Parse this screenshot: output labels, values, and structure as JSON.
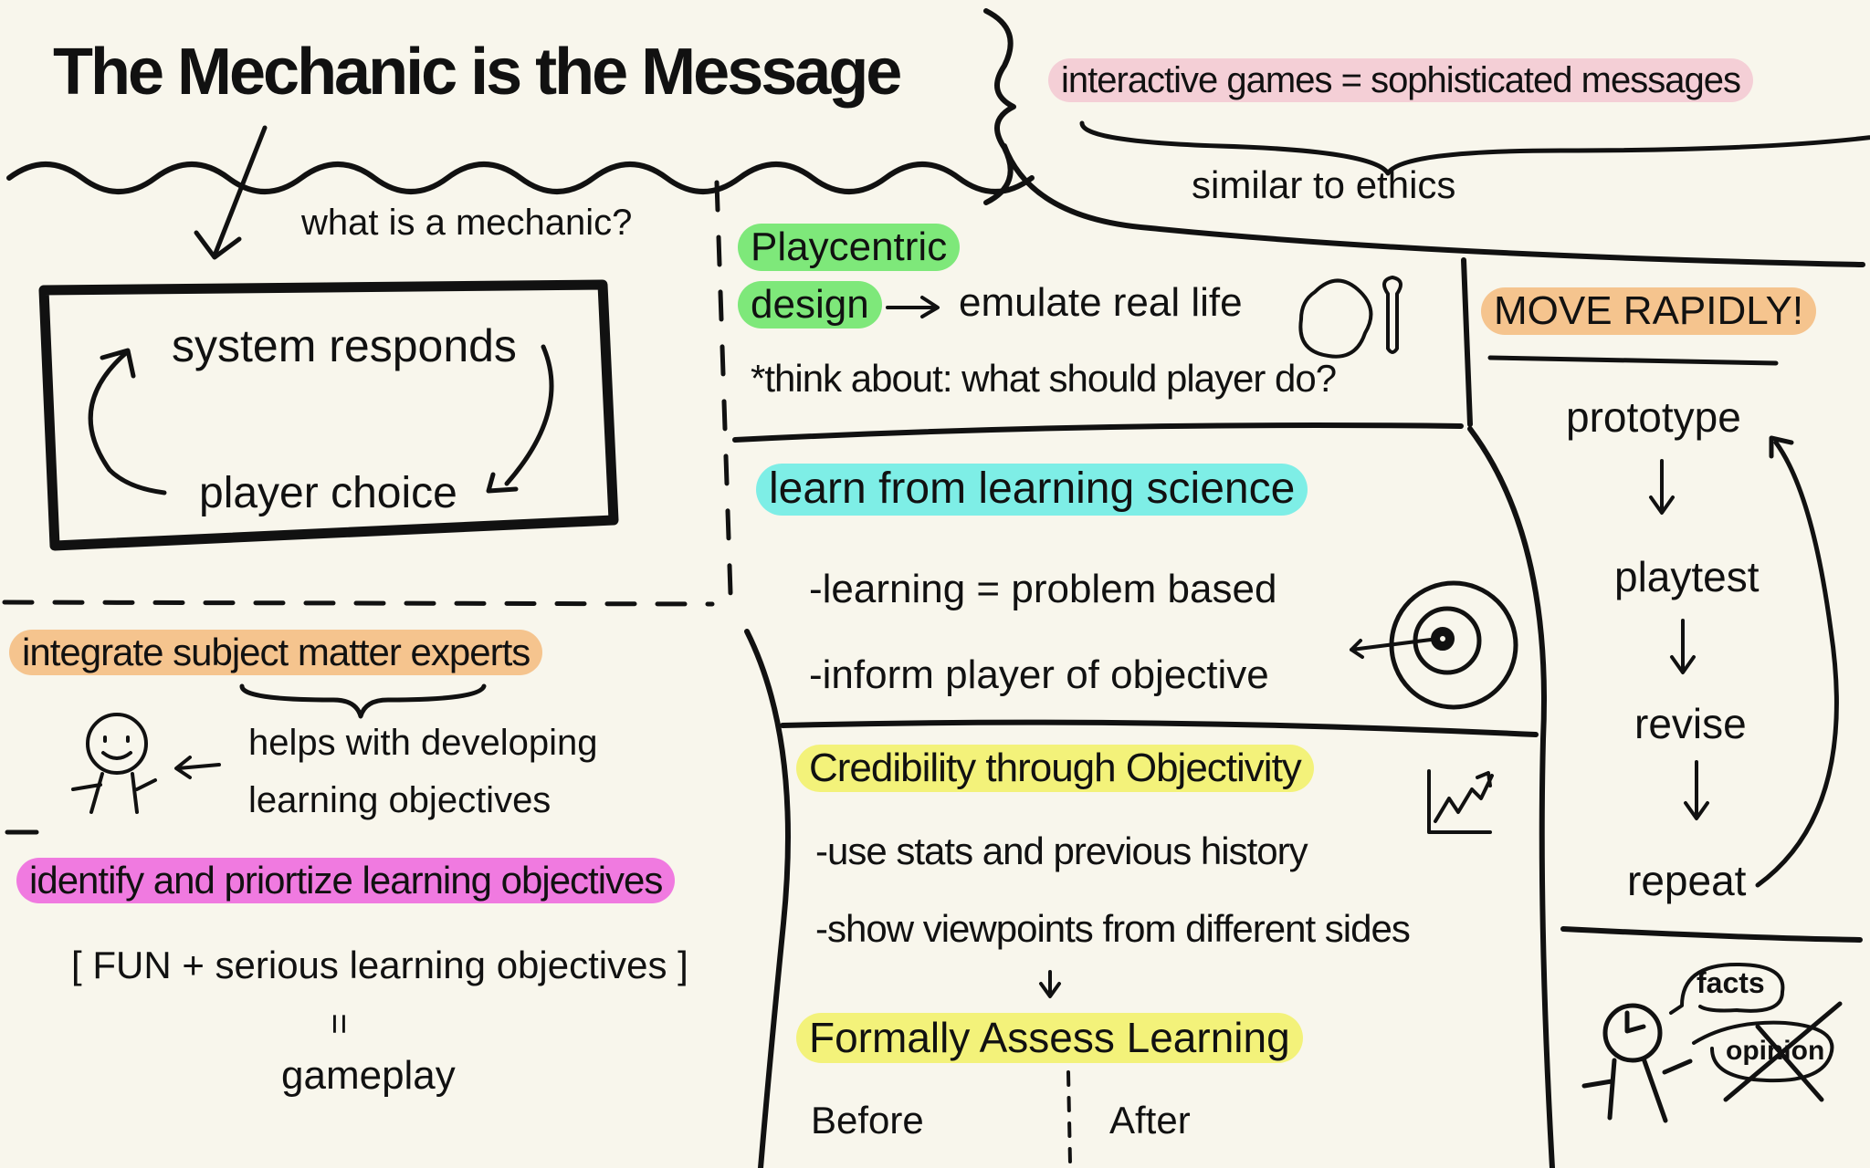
{
  "title": "The Mechanic is the Message",
  "colors": {
    "background": "#f8f6ec",
    "ink": "#111111",
    "pink": "#f4cfd6",
    "orange": "#f5c48e",
    "magenta": "#f07ae0",
    "green": "#7ee87a",
    "cyan": "#7eeee6",
    "yellow": "#f3f27a"
  },
  "top_right": {
    "headline": "interactive games = sophisticated messages",
    "note": "similar to ethics"
  },
  "mechanic": {
    "question": "what is a mechanic?",
    "loop_top": "system responds",
    "loop_bottom": "player choice"
  },
  "experts": {
    "headline": "integrate subject matter experts",
    "note_line1": "helps with developing",
    "note_line2": "learning objectives"
  },
  "objectives": {
    "headline": "identify and priortize learning objectives",
    "bracket_text": "FUN + serious learning objectives",
    "equals": "=",
    "result": "gameplay"
  },
  "playcentric": {
    "headline_line1": "Playcentric",
    "headline_line2": "design",
    "arrow_text": "emulate real life",
    "think": "*think about: what should player do?"
  },
  "learning_science": {
    "headline": "learn from learning science",
    "points": [
      "-learning = problem based",
      "-inform player of objective"
    ]
  },
  "credibility": {
    "headline": "Credibility through Objectivity",
    "points": [
      "-use stats and previous history",
      "-show viewpoints from different sides"
    ]
  },
  "assess": {
    "headline": "Formally Assess Learning",
    "before": "Before",
    "after": "After"
  },
  "rapid": {
    "headline": "MOVE RAPIDLY!",
    "steps": [
      "prototype",
      "playtest",
      "revise",
      "repeat"
    ]
  },
  "facts_opinion": {
    "facts": "facts",
    "opinion": "opinion"
  }
}
